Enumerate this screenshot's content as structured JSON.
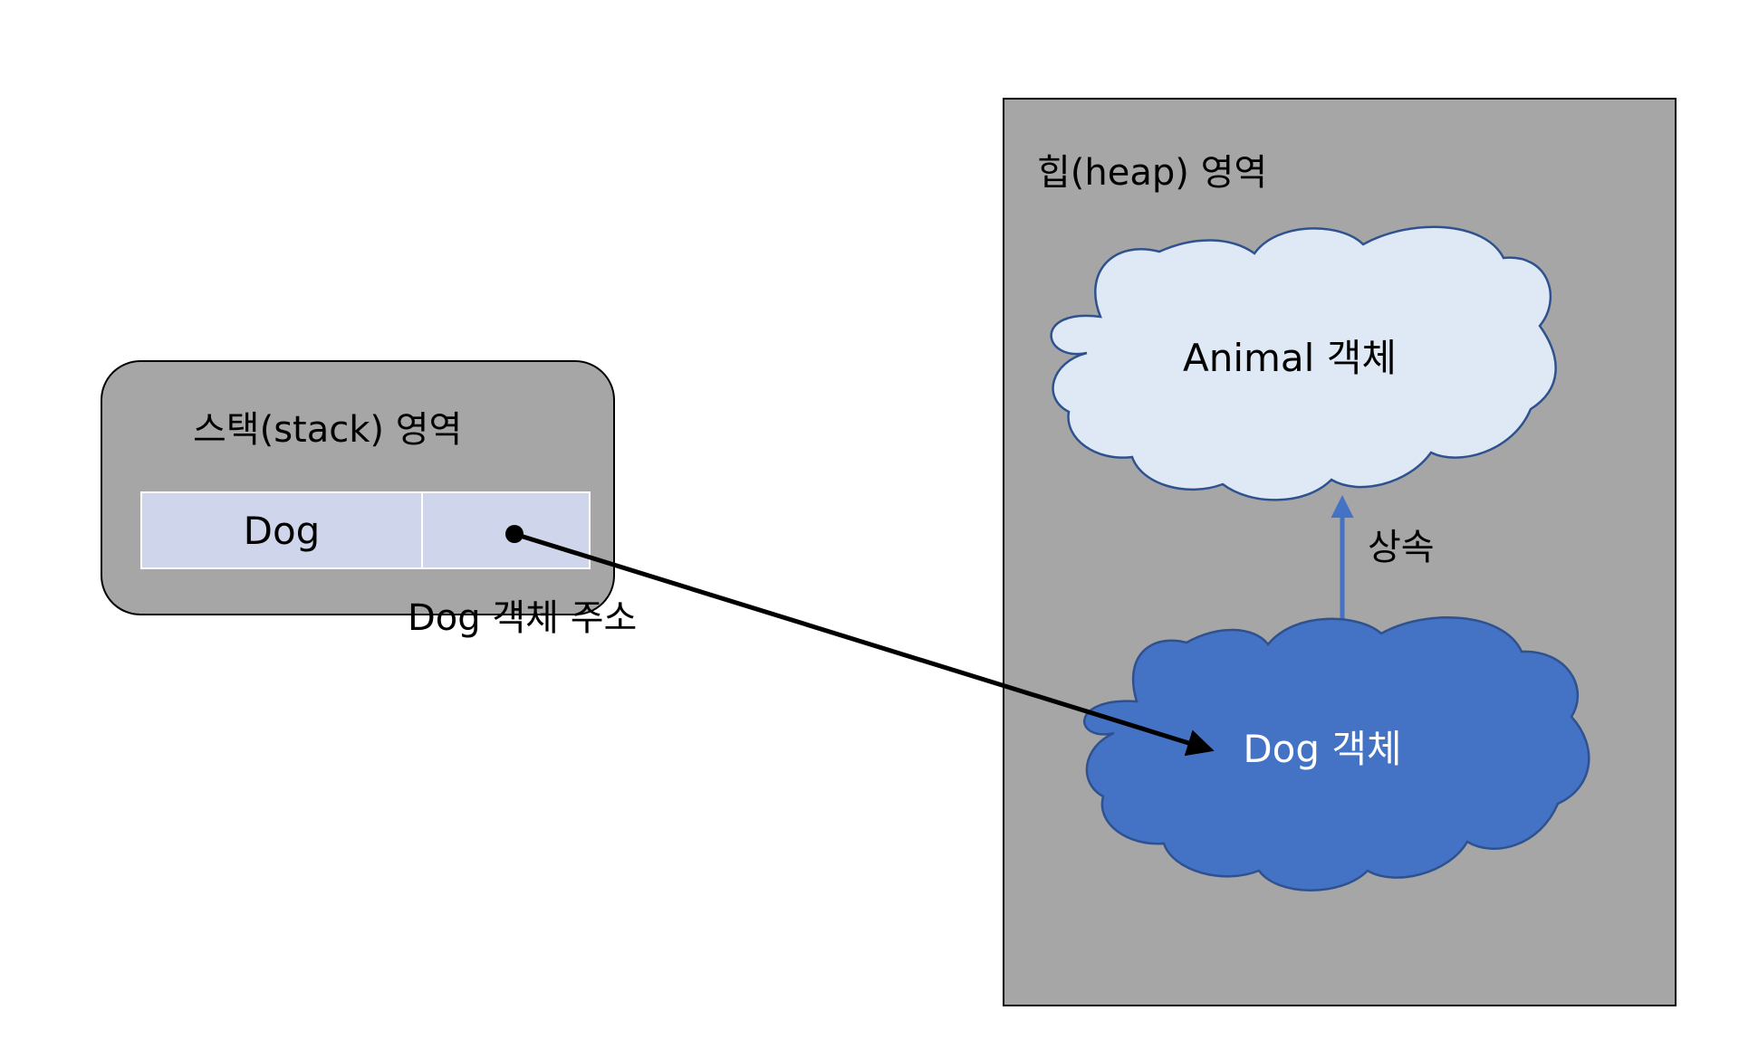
{
  "stack": {
    "title": "스택(stack) 영역",
    "variable_type": "Dog",
    "address_label": "Dog 객체 주소"
  },
  "heap": {
    "title": "힙(heap) 영역",
    "parent_object": "Animal 객체",
    "child_object": "Dog 객체",
    "inheritance_label": "상속"
  },
  "colors": {
    "region_fill": "#a6a6a6",
    "stack_cell_fill": "#cfd5ea",
    "parent_cloud_fill": "#dfe8f5",
    "child_cloud_fill": "#4472c4",
    "cloud_stroke": "#2f528f",
    "inherit_arrow": "#4472c4",
    "reference_arrow": "#000000"
  }
}
